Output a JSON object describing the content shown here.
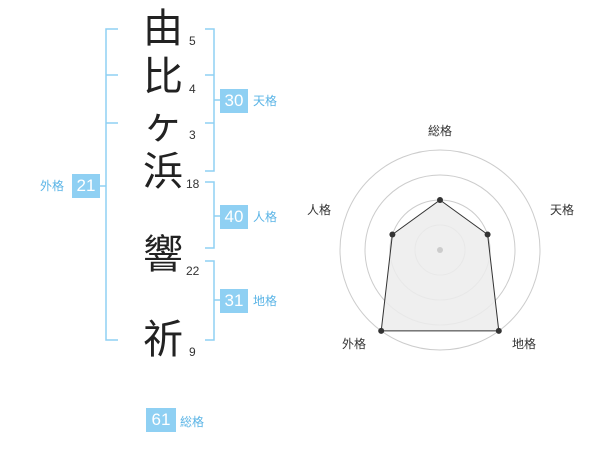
{
  "name": {
    "characters": [
      {
        "char": "由",
        "strokes": "5"
      },
      {
        "char": "比",
        "strokes": "4"
      },
      {
        "char": "ヶ",
        "strokes": "3"
      },
      {
        "char": "浜",
        "strokes": "18"
      },
      {
        "char": "響",
        "strokes": "22"
      },
      {
        "char": "祈",
        "strokes": "9"
      }
    ]
  },
  "fortune": {
    "tenkaku": {
      "value": "30",
      "label": "天格"
    },
    "jinkaku": {
      "value": "40",
      "label": "人格"
    },
    "chikaku": {
      "value": "31",
      "label": "地格"
    },
    "gaikaku": {
      "value": "21",
      "label": "外格"
    },
    "soukaku": {
      "value": "61",
      "label": "総格"
    }
  },
  "colors": {
    "bracket": "#8fd0f3",
    "badge_bg": "#8fd0f3",
    "badge_label": "#5ab4e6",
    "radar_grid": "#cccccc",
    "radar_fill": "#ececec",
    "radar_line": "#333333"
  },
  "radar": {
    "axes": [
      "総格",
      "天格",
      "地格",
      "外格",
      "人格"
    ],
    "levels": 4,
    "max": 4,
    "values": [
      2,
      2,
      4,
      4,
      2
    ]
  }
}
